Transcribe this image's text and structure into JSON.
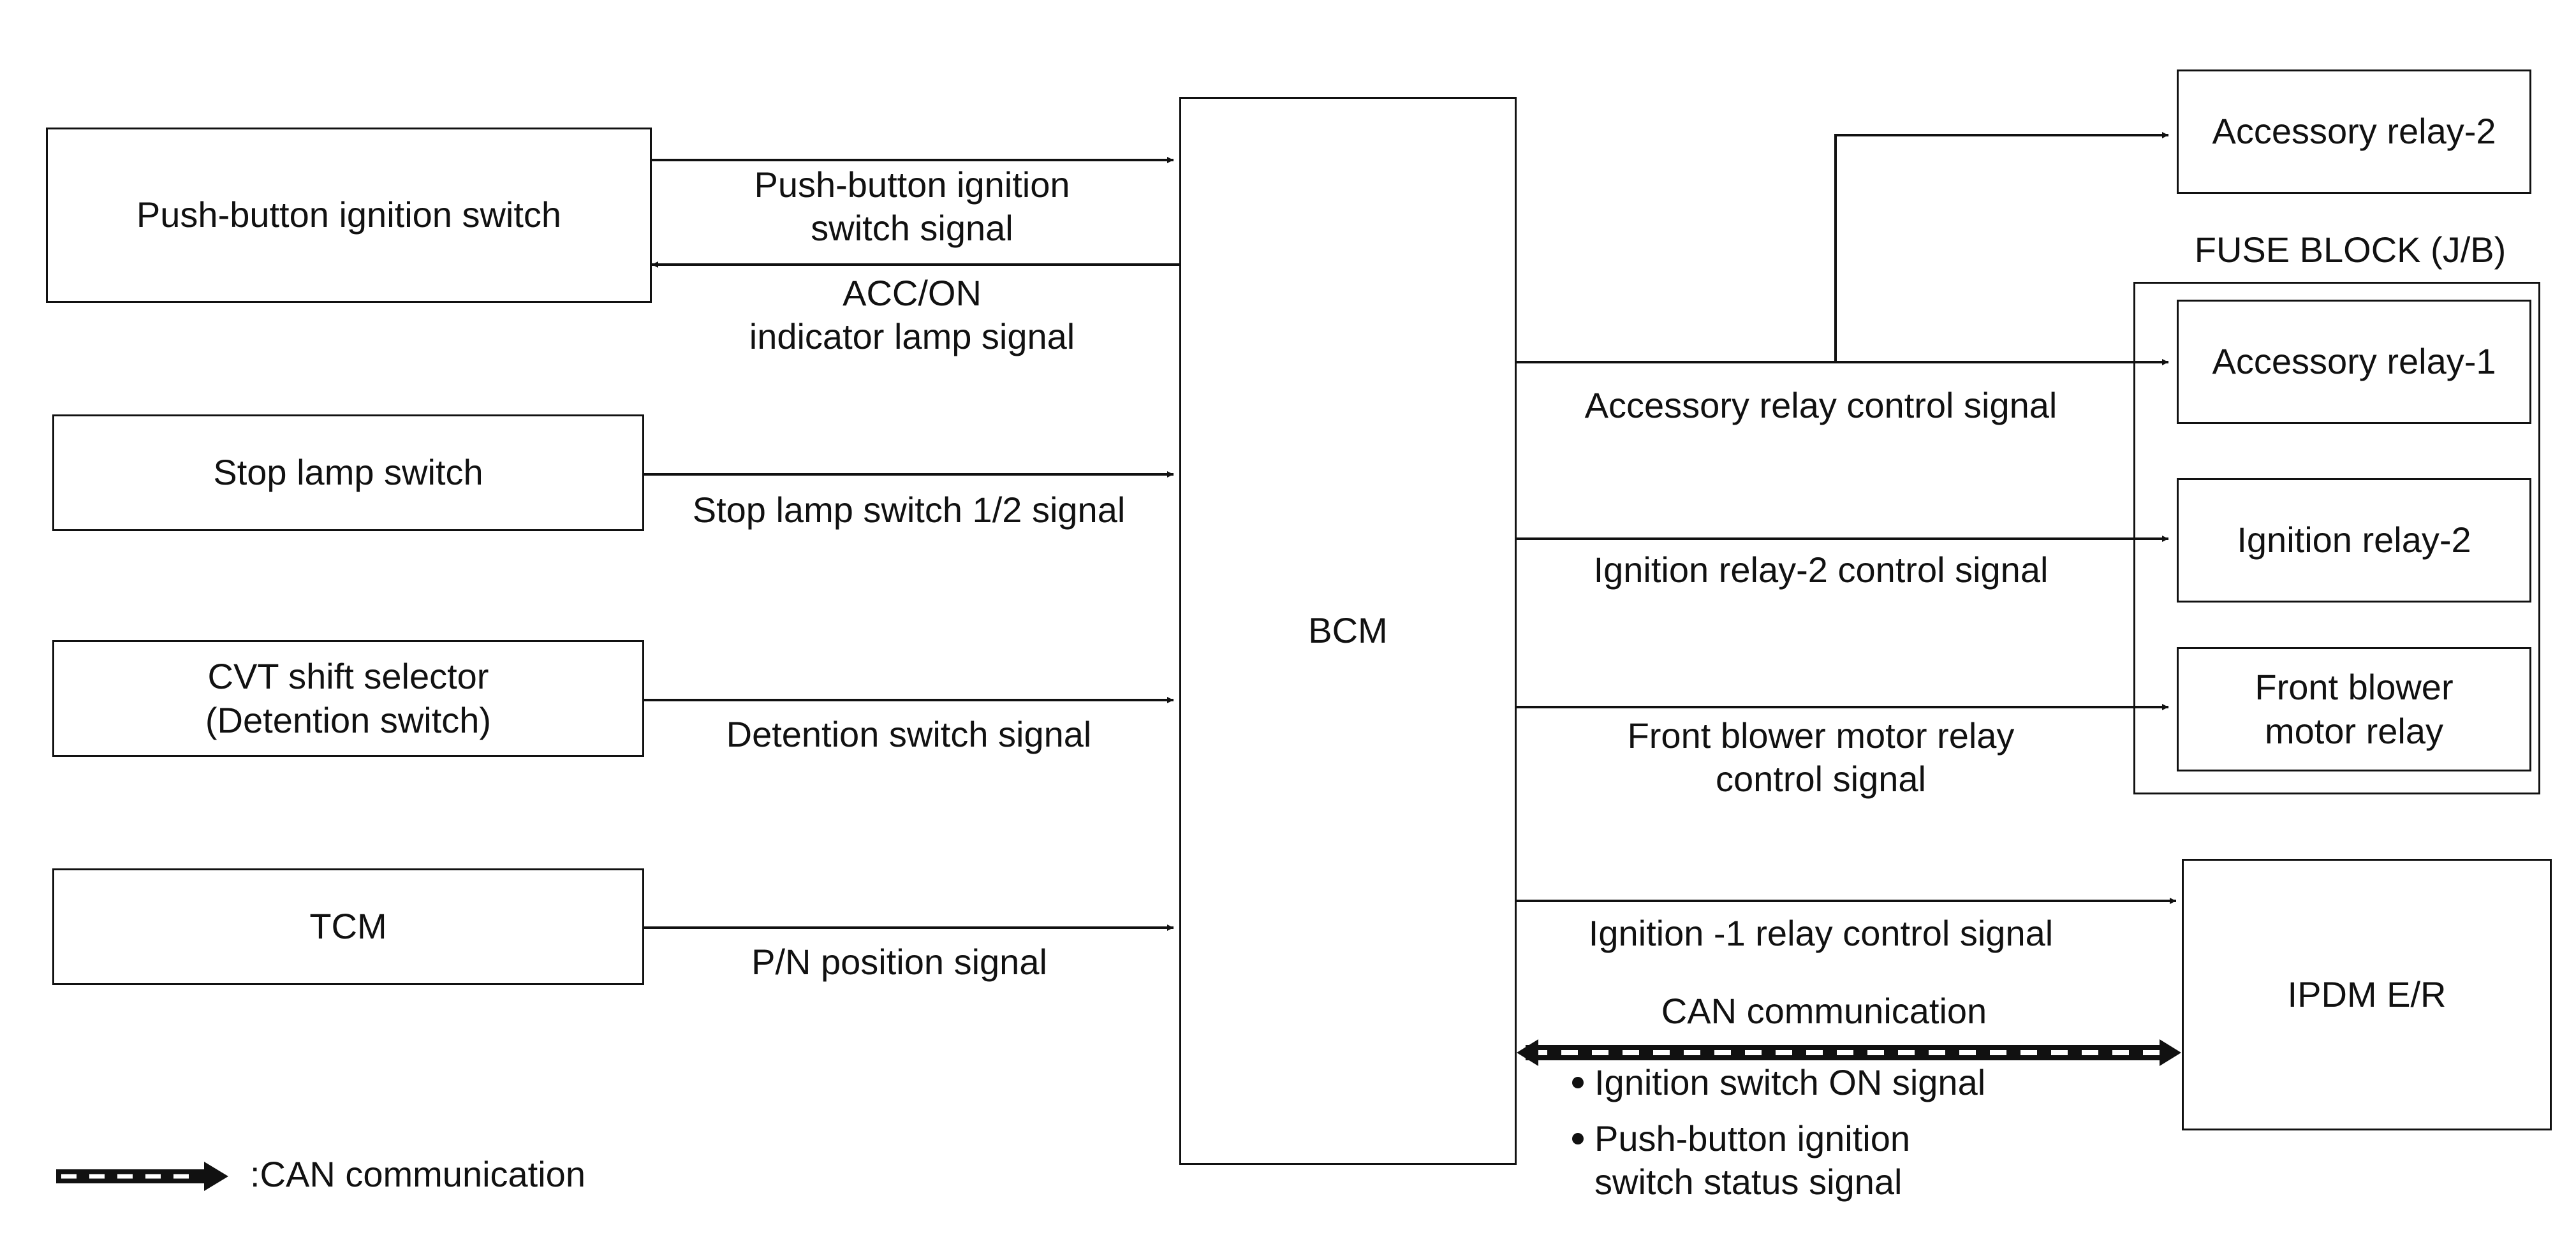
{
  "inputs": {
    "push_button_switch": "Push-button ignition switch",
    "stop_lamp_switch": "Stop lamp switch",
    "cvt_selector": "CVT shift selector\n(Detention switch)",
    "tcm": "TCM"
  },
  "bcm": "BCM",
  "outputs": {
    "accessory_relay_2": "Accessory relay-2",
    "fuse_block_title": "FUSE BLOCK (J/B)",
    "accessory_relay_1": "Accessory relay-1",
    "ignition_relay_2": "Ignition relay-2",
    "front_blower_relay": "Front blower\nmotor relay",
    "ipdm": "IPDM E/R"
  },
  "signals": {
    "push_button_signal": "Push-button ignition\nswitch signal",
    "acc_on_indicator": "ACC/ON\nindicator lamp signal",
    "stop_lamp_signal": "Stop lamp switch 1/2 signal",
    "detention_signal": "Detention switch signal",
    "pn_position": "P/N position signal",
    "accessory_relay_control": "Accessory relay control signal",
    "ignition_relay_2_control": "Ignition relay-2 control signal",
    "front_blower_control": "Front blower motor relay\ncontrol signal",
    "ignition_1_control": "Ignition -1 relay control signal",
    "can_communication": "CAN communication",
    "can_items": [
      "Ignition switch ON signal",
      "Push-button ignition\nswitch status signal"
    ]
  },
  "legend": {
    "can_label": ":CAN communication"
  }
}
